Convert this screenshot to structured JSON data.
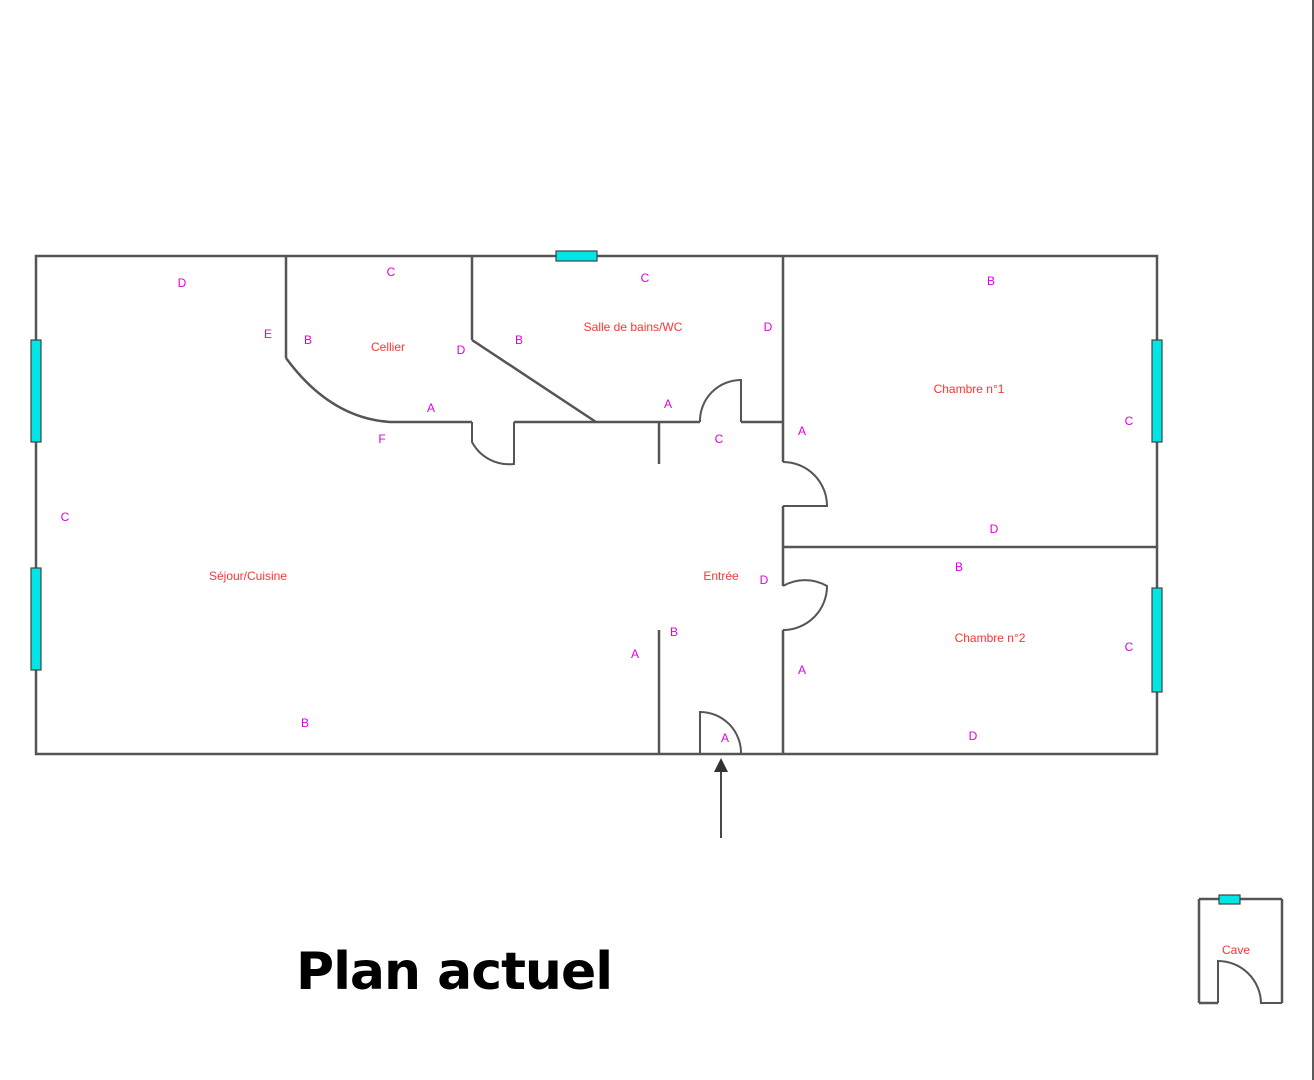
{
  "title": "Plan actuel",
  "colors": {
    "walls": "#555555",
    "window": "#00e5e5",
    "room_label": "#ff3333",
    "wall_letter": "#e000e0"
  },
  "rooms": {
    "sejour": "Séjour/Cuisine",
    "cellier": "Cellier",
    "sdb": "Salle de bains/WC",
    "chambre1": "Chambre n°1",
    "chambre2": "Chambre n°2",
    "entree": "Entrée",
    "cave": "Cave"
  },
  "wall_letters": {
    "sejour_d": "D",
    "sejour_e": "E",
    "sejour_f": "F",
    "sejour_c": "C",
    "sejour_b": "B",
    "cellier_c": "C",
    "cellier_b": "B",
    "cellier_d": "D",
    "cellier_a": "A",
    "sdb_c": "C",
    "sdb_b": "B",
    "sdb_d": "D",
    "sdb_a": "A",
    "ch1_b": "B",
    "ch1_a": "A",
    "ch1_c": "C",
    "ch1_d": "D",
    "ch2_b": "B",
    "ch2_a": "A",
    "ch2_c": "C",
    "ch2_d": "D",
    "entree_c": "C",
    "entree_d": "D",
    "entree_b": "B",
    "entree_a_left": "A",
    "entree_a_door": "A"
  },
  "entrance_arrow_icon": "arrow-up-icon"
}
